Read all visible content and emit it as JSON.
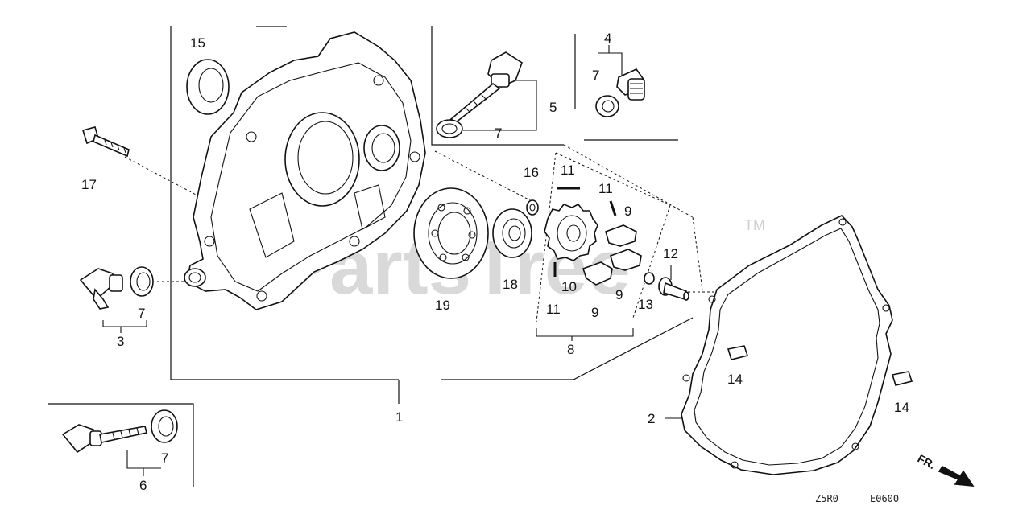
{
  "watermark": {
    "text": "PartsTree",
    "trademark": "TM"
  },
  "callouts": {
    "c1": "1",
    "c2": "2",
    "c3": "3",
    "c4": "4",
    "c5": "5",
    "c6": "6",
    "c7a": "7",
    "c7b": "7",
    "c7c": "7",
    "c7d": "7",
    "c8": "8",
    "c9a": "9",
    "c9b": "9",
    "c9c": "9",
    "c10": "10",
    "c11a": "11",
    "c11b": "11",
    "c11c": "11",
    "c12": "12",
    "c13": "13",
    "c14a": "14",
    "c14b": "14",
    "c15": "15",
    "c16": "16",
    "c17": "17",
    "c18": "18",
    "c19": "19"
  },
  "front_indicator": "FR.",
  "diagram_codes": {
    "left": "Z5R0",
    "right": "E0600"
  }
}
